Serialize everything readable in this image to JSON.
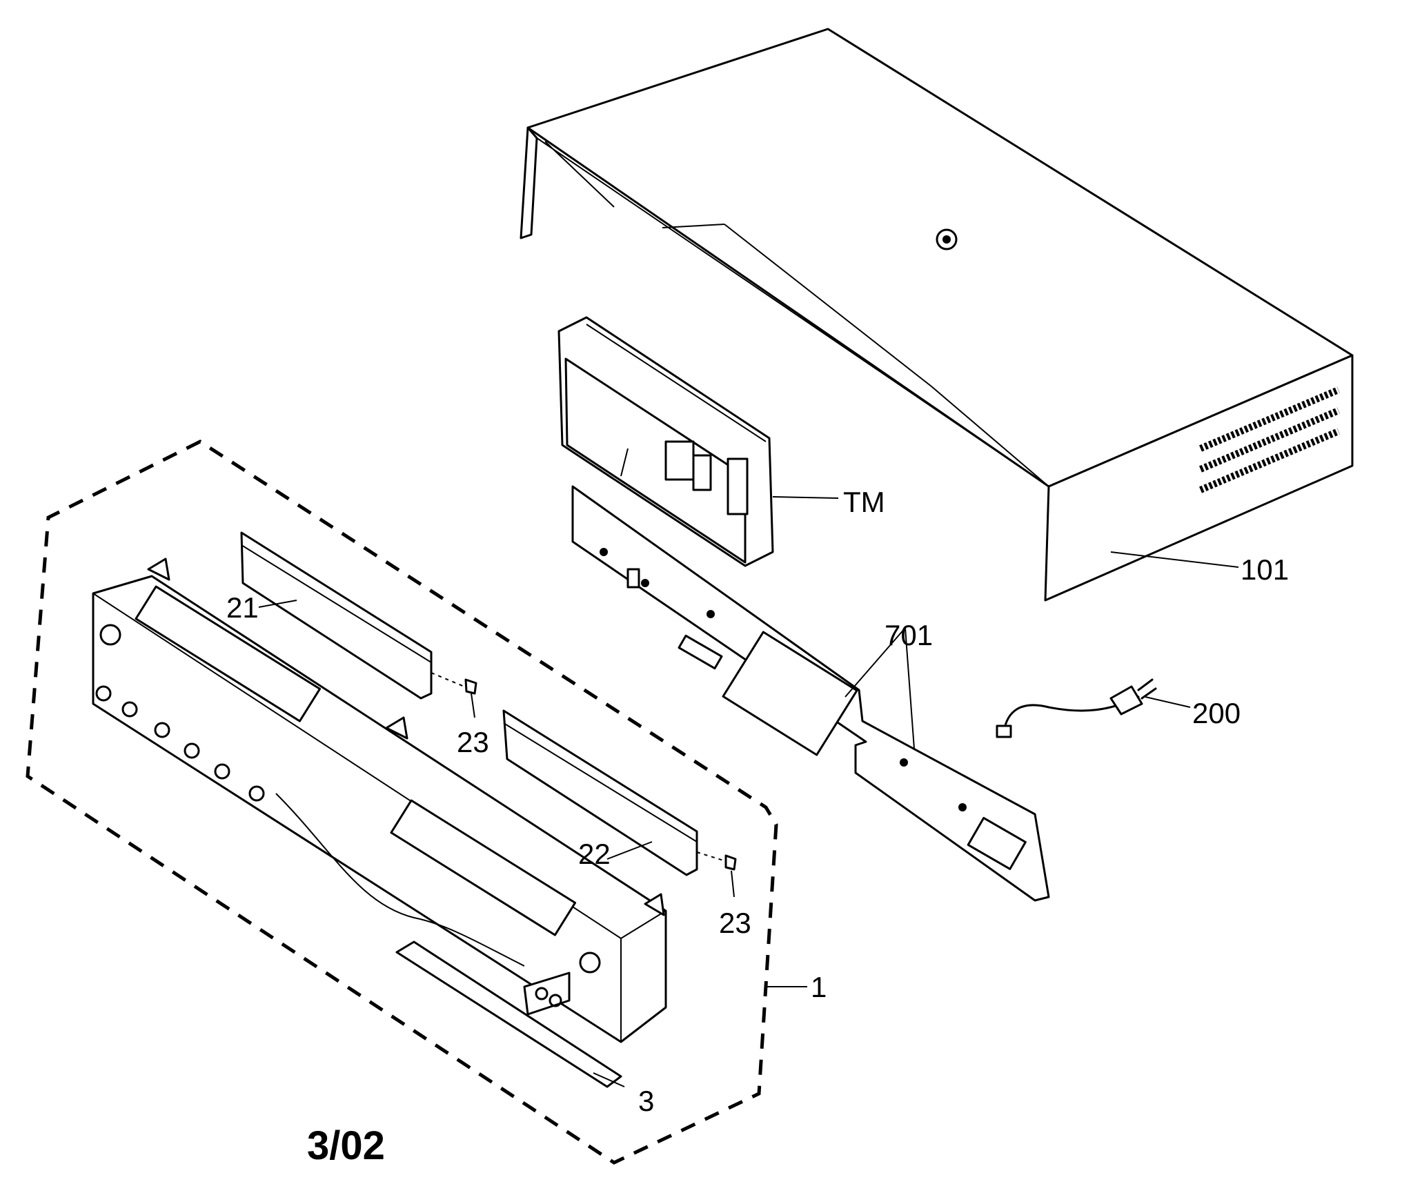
{
  "callouts": {
    "tm": "TM",
    "c101": "101",
    "c701": "701",
    "c200": "200",
    "c21": "21",
    "c22": "22",
    "c23a": "23",
    "c23b": "23",
    "c1": "1",
    "c3": "3"
  },
  "revision": "3/02"
}
